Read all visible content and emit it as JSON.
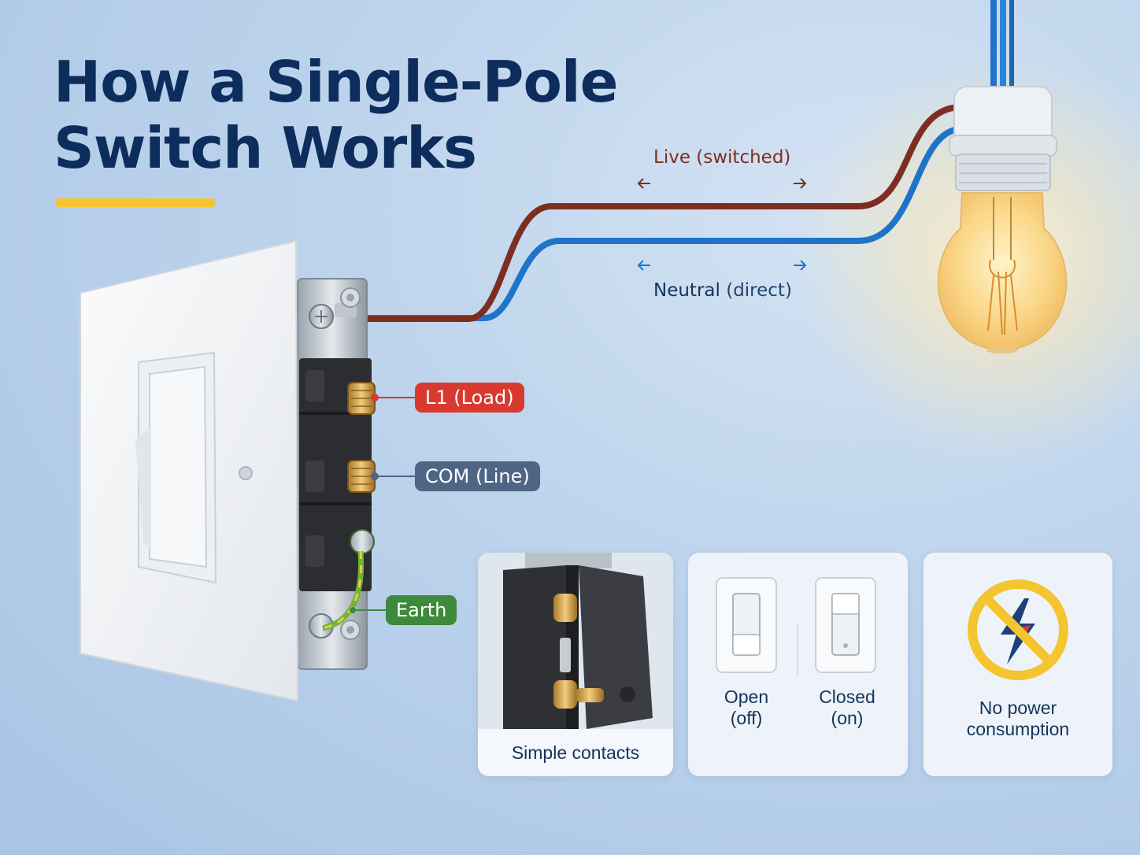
{
  "title": {
    "line1": "How a Single-Pole",
    "line2": "Switch Works"
  },
  "wires": {
    "live_label": "Live (switched)",
    "neutral_label_main": "Neutral",
    "neutral_label_sub": "(direct)"
  },
  "terminals": {
    "l1": "L1 (Load)",
    "com": "COM (Line)",
    "earth": "Earth"
  },
  "cards": {
    "contacts": {
      "caption": "Simple contacts"
    },
    "states": {
      "open_line1": "Open",
      "open_line2": "(off)",
      "closed_line1": "Closed",
      "closed_line2": "(on)"
    },
    "power": {
      "line1": "No power",
      "line2": "consumption"
    }
  },
  "colors": {
    "live": "#7e2e20",
    "neutral": "#1f74c9",
    "earth": "#6db33f",
    "accent": "#f4c531",
    "title": "#0d2d5c",
    "l1_tag": "#d83a2f",
    "com_tag": "#4f6584",
    "earth_tag": "#3d8a3a"
  }
}
